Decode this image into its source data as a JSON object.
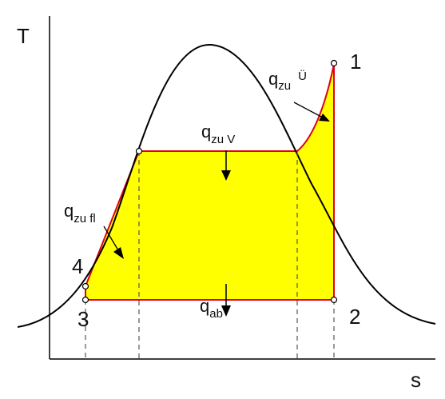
{
  "axes": {
    "y_label": "T",
    "x_label": "s"
  },
  "points": {
    "p1": "1",
    "p2": "2",
    "p3": "3",
    "p4": "4"
  },
  "heat_labels": {
    "q_zu_ue": {
      "main": "q",
      "sub": "zu",
      "sup": "Ü"
    },
    "q_zu_v": {
      "main": "q",
      "sub": "zu V"
    },
    "q_zu_fl": {
      "main": "q",
      "sub": "zu fl"
    },
    "q_ab": {
      "main": "q",
      "sub": "ab"
    }
  },
  "colors": {
    "fill": "#ffff00",
    "cycle_line": "#e0001a",
    "dome": "#000000",
    "dashed": "#555555"
  }
}
